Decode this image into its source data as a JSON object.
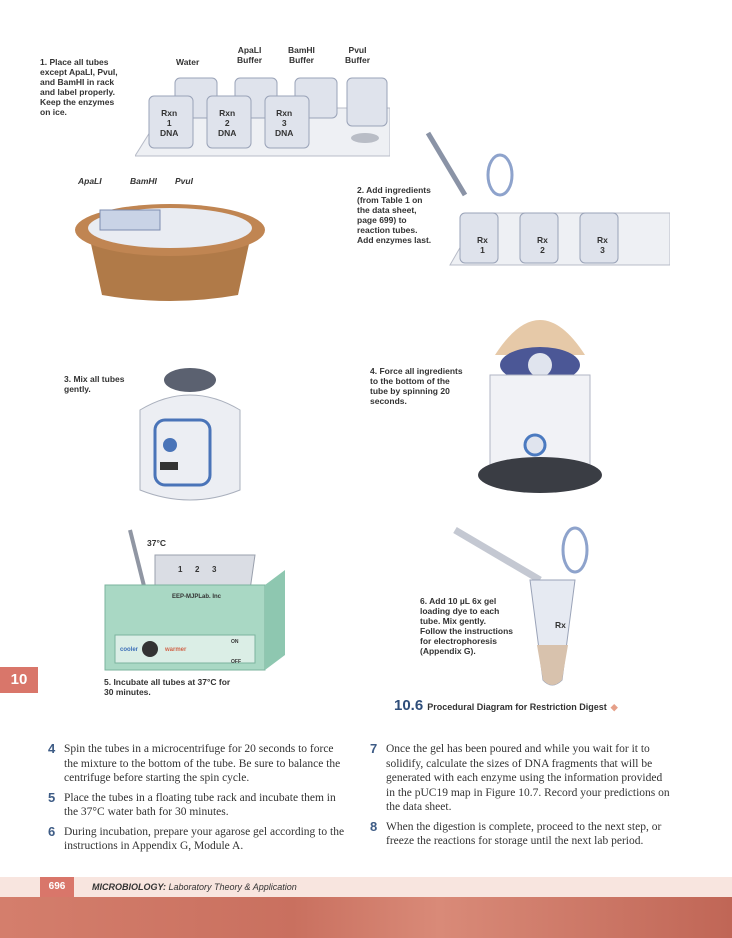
{
  "figure": {
    "step1": {
      "text": "1. Place all tubes\nexcept ApaLI, PvuI,\nand BamHI in rack\nand label properly.\nKeep the enzymes\non ice.",
      "tube_labels": [
        "Water",
        "ApaLI\nBuffer",
        "BamHI\nBuffer",
        "PvuI\nBuffer"
      ],
      "rxn_labels": [
        "Rxn\n1\nDNA",
        "Rxn\n2\nDNA",
        "Rxn\n3\nDNA"
      ],
      "ice_labels": [
        "ApaLI",
        "BamHI",
        "PvuI"
      ]
    },
    "step2": {
      "text": "2. Add ingredients\n(from Table 1 on\nthe data sheet,\npage 699) to\nreaction tubes.\nAdd enzymes last.",
      "tube_labels": [
        "Rx\n1",
        "Rx\n2",
        "Rx\n3"
      ]
    },
    "step3": {
      "text": "3. Mix all tubes\ngently."
    },
    "step4": {
      "text": "4. Force all ingredients\nto the bottom of the\ntube by spinning 20\nseconds."
    },
    "step5": {
      "text": "5. Incubate all tubes at 37°C for\n30 minutes.",
      "thermometer": "37°C",
      "rack_labels": [
        "1",
        "2",
        "3"
      ],
      "brand": "EEP-MJPLab. Inc",
      "cooler": "cooler",
      "warmer": "warmer",
      "on": "ON",
      "off": "OFF"
    },
    "step6": {
      "text": "6. Add 10 µL 6x gel\nloading dye to each\ntube. Mix gently.\nFollow the instructions\nfor electrophoresis\n(Appendix G).",
      "tube_label": "Rx"
    },
    "caption_number": "10.6",
    "caption_title": "Procedural Diagram for Restriction Digest",
    "caption_diamond": "◆"
  },
  "chapter_tab": "10",
  "steps_left": [
    {
      "num": "4",
      "text": "Spin the tubes in a microcentrifuge for 20 seconds to force the mixture to the bottom of the tube. Be sure to balance the centrifuge before starting the spin cycle."
    },
    {
      "num": "5",
      "text": "Place the tubes in a floating tube rack and incubate them in the 37°C water bath for 30 minutes."
    },
    {
      "num": "6",
      "text": "During incubation, prepare your agarose gel according to the instructions in Appendix G, Module A."
    }
  ],
  "steps_right": [
    {
      "num": "7",
      "text": "Once the gel has been poured and while you wait for it to solidify, calculate the sizes of DNA fragments that will be generated with each enzyme using the information provided in the pUC19 map in Figure 10.7. Record your predictions on the data sheet."
    },
    {
      "num": "8",
      "text": "When the digestion is complete, proceed to the next step, or freeze the reactions for storage until the next lab period."
    }
  ],
  "footer": {
    "page_number": "696",
    "book_title_bold": "MICROBIOLOGY:",
    "book_title_rest": " Laboratory Theory & Application"
  }
}
